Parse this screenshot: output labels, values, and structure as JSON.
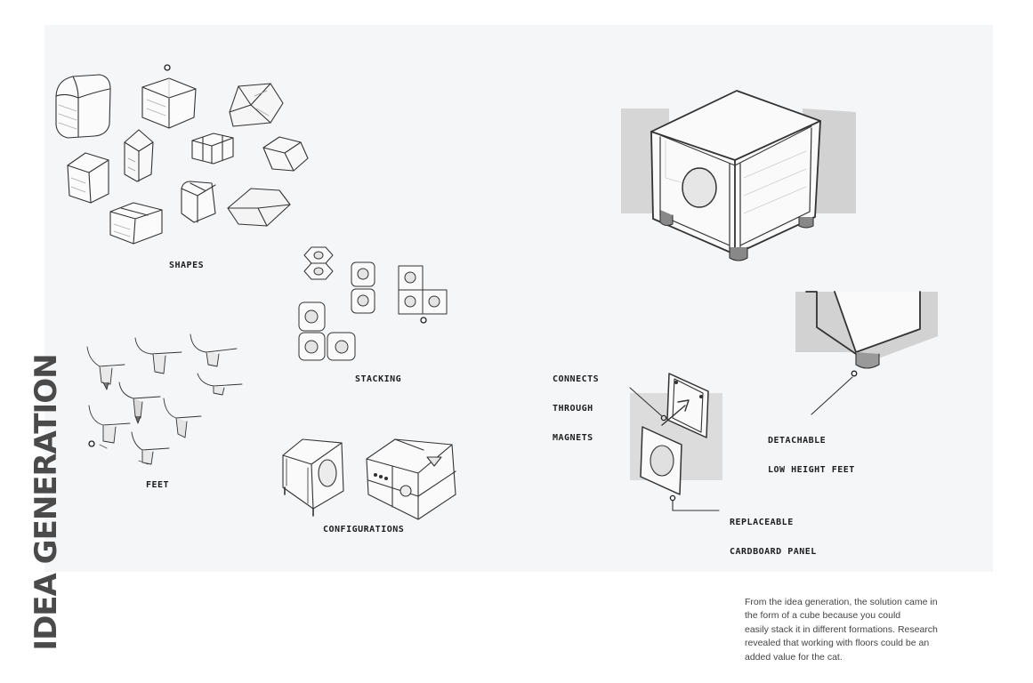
{
  "page_title": "IDEA GENERATION",
  "sections": {
    "shapes": "SHAPES",
    "stacking": "STACKING",
    "feet": "FEET",
    "configurations": "CONFIGURATIONS"
  },
  "annotations": {
    "magnets": [
      "CONNECTS",
      "THROUGH",
      "MAGNETS"
    ],
    "feet": [
      "DETACHABLE",
      "LOW HEIGHT FEET"
    ],
    "panel": [
      "REPLACEABLE",
      "CARDBOARD PANEL"
    ]
  },
  "description": [
    "From the idea generation, the solution came in",
    "the form of a cube because you could",
    "easily stack it in different formations. Research",
    "revealed that working with floors could be an",
    "added value for the cat."
  ]
}
